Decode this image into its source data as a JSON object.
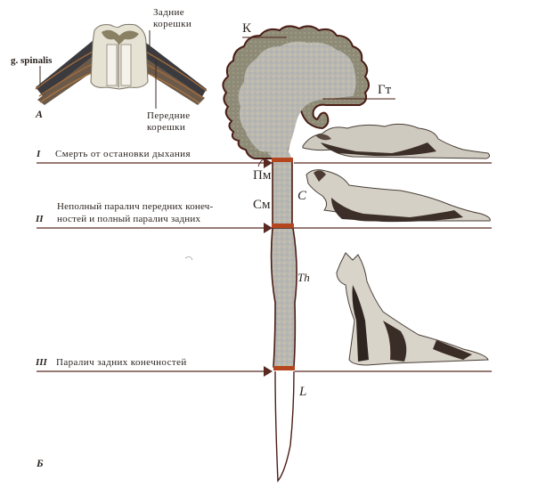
{
  "inset_a": {
    "panel_letter": "А",
    "labels": {
      "ganglion": "g. spinalis",
      "dorsal_roots_1": "Задние",
      "dorsal_roots_2": "корешки",
      "ventral_roots_1": "Передние",
      "ventral_roots_2": "корешки"
    }
  },
  "panel_b": {
    "panel_letter": "Б",
    "brain_labels": {
      "cortex": "К",
      "hypothalamus": "Гт",
      "medulla": "Пм",
      "midbrain": "См"
    },
    "cord_segments": [
      "C",
      "Th",
      "L"
    ],
    "transections": [
      {
        "numeral": "I",
        "text": [
          "Смерть от остановки дыхания"
        ]
      },
      {
        "numeral": "II",
        "text": [
          "Неполный паралич передних конеч-",
          "ностей и полный паралич задних"
        ]
      },
      {
        "numeral": "III",
        "text": [
          "Паралич задних конечностей"
        ]
      }
    ]
  },
  "colors": {
    "line": "#5a2a22",
    "cut": "#b5451e",
    "brain_fill": "#b9b6ae",
    "cortex": "#8f8a70",
    "outline": "#4a1d16"
  }
}
